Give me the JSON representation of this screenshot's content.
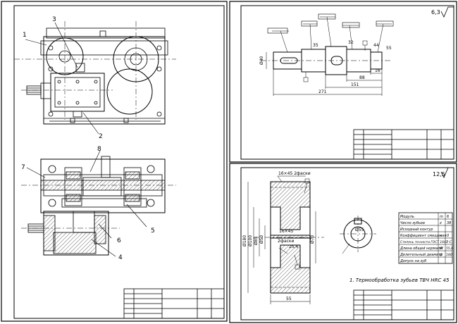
{
  "sheet1": {
    "callouts": [
      "1",
      "3",
      "2",
      "8",
      "7",
      "5",
      "6",
      "4"
    ]
  },
  "sheet2": {
    "roughness": "6,3",
    "dims": {
      "d40": "Ø40",
      "d35": "35",
      "d32": "32",
      "d44": "44",
      "d55": "55",
      "l16": "16",
      "l88": "88",
      "l151": "151",
      "l271": "271"
    }
  },
  "sheet3": {
    "roughness": "12,5",
    "chamfer_top": "16×45 2фаски",
    "chamfer_mid_a": "16×45",
    "chamfer_mid_b": "2фаски",
    "dims": {
      "d180": "Ø180",
      "d100": "Ø100",
      "d85": "Ø85",
      "d50": "Ø50",
      "d70": "Ø70",
      "d2": "25,4",
      "w55": "55",
      "bore": "Ø55"
    },
    "note": "1. Термообработка зубьев ТВЧ HRC 45",
    "table": [
      [
        "Модуль",
        "m",
        "6"
      ],
      [
        "Число зубьев",
        "z",
        "38"
      ],
      [
        "Исходный контур",
        "",
        ""
      ],
      [
        "Коэффициент смещения",
        "x",
        "0"
      ],
      [
        "Степень точности ГОСТ 1643",
        "",
        "7-С"
      ],
      [
        "Длина общей нормали",
        "W",
        "55,6"
      ],
      [
        "Делительный диаметр",
        "d",
        "180"
      ],
      [
        "Допуск на зуб",
        "",
        ""
      ]
    ]
  }
}
